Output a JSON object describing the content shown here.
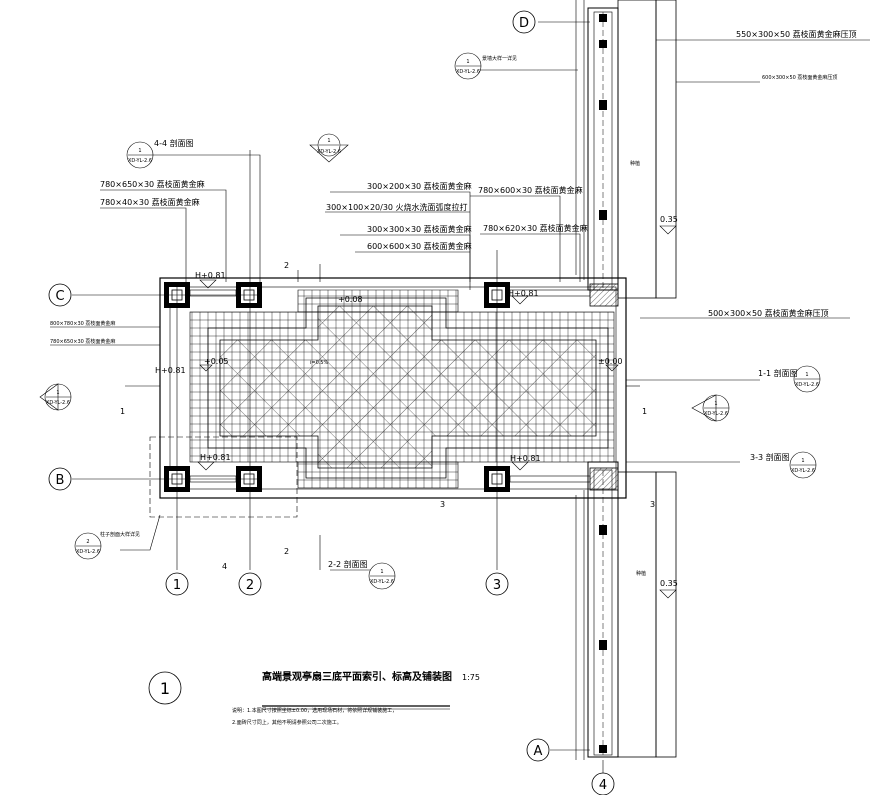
{
  "title": {
    "number": "1",
    "text": "高端景观亭扇三底平面索引、标高及铺装图",
    "scale": "1:75",
    "notes": [
      "说明：1.本图尺寸按照坐标±0.00，选用现场石材，将依照详规铺装施工，",
      "2.面砖尺寸同上，其他不明请参照公司二次施工。"
    ]
  },
  "grid_axes": {
    "rows": [
      "D",
      "C",
      "B",
      "A"
    ],
    "cols": [
      "1",
      "2",
      "3",
      "4"
    ]
  },
  "material_callouts": {
    "m1": "550×300×50 荔枝面黄金麻压顶",
    "m2": "600×300×50 荔枝面黄金麻压顶",
    "m3": "500×300×50 荔枝面黄金麻压顶",
    "m4": "780×650×30 荔枝面黄金麻",
    "m5": "780×40×30 荔枝面黄金麻",
    "m6": "300×200×30 荔枝面黄金麻",
    "m7": "300×100×20/30 火烧水洗面弧度拉打",
    "m8": "780×600×30 荔枝面黄金麻",
    "m9": "300×300×30 荔枝面黄金麻",
    "m10": "600×600×30 荔枝面黄金麻",
    "m11": "780×620×30 荔枝面黄金麻",
    "m12": "800×780×30 荔枝面黄金麻",
    "m13": "780×650×30 荔枝面黄金麻",
    "wall_detail": "景墙大样一详见",
    "column_detail": "柱子剖面大样详见"
  },
  "section_marks": {
    "s44": "4-4 剖面图",
    "s11": "1-1 剖面图",
    "s33": "3-3 剖面图",
    "s22": "2-2 剖面图",
    "cut1": "1",
    "cut2": "2",
    "cut3": "3",
    "cut4": "4",
    "bubble": "1",
    "bubble2": "2",
    "sheet": "XD-YL-2.6"
  },
  "levels": {
    "h1": "H+0.81",
    "h2": "H+0.81",
    "h3": "H+0.81",
    "h4": "H+0.81",
    "h5": "H+0.81",
    "p1": "+0.05",
    "p2": "±0.00",
    "p3": "+0.08",
    "slope": "i=0.5%",
    "w1": "0.35",
    "w2": "0.35",
    "wall_lbl1": "种植",
    "wall_lbl2": "种植"
  }
}
